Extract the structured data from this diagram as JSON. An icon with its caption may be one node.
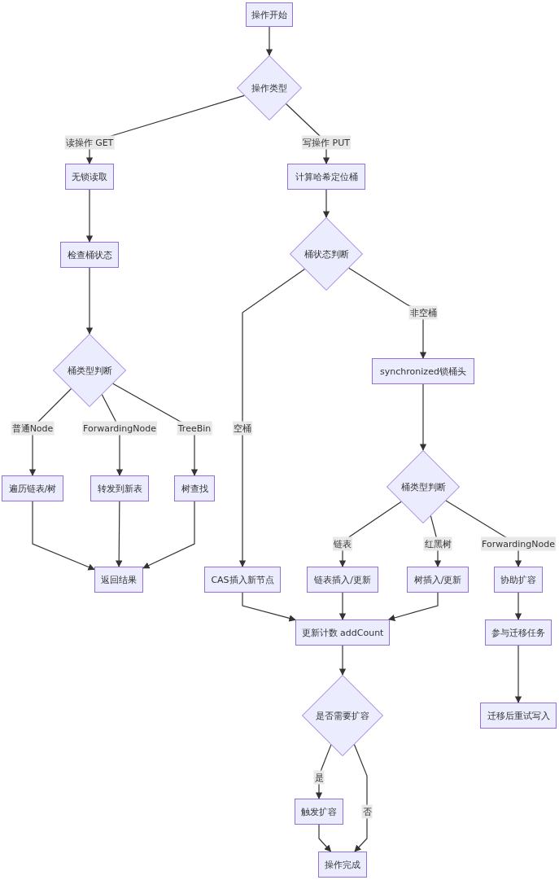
{
  "diagram": {
    "nodes": [
      {
        "text": [
          "操作开始"
        ]
      },
      {
        "text": [
          "操作类型"
        ]
      },
      {
        "text": [
          "无锁读取"
        ]
      },
      {
        "text": [
          "检查桶状态"
        ]
      },
      {
        "text": [
          "桶类型判断"
        ]
      },
      {
        "text": [
          "遍历链表/树"
        ]
      },
      {
        "text": [
          "转发到新表"
        ]
      },
      {
        "text": [
          "树查找"
        ]
      },
      {
        "text": [
          "返回结果"
        ]
      },
      {
        "text": [
          "计算哈希定位桶"
        ]
      },
      {
        "text": [
          "桶状态判断"
        ]
      },
      {
        "text": [
          "synchronized锁桶头"
        ]
      },
      {
        "text": [
          "桶类型判断"
        ]
      },
      {
        "text": [
          "CAS插入新节点"
        ]
      },
      {
        "text": [
          "链表插入/更新"
        ]
      },
      {
        "text": [
          "树插入/更新"
        ]
      },
      {
        "text": [
          "协助扩容"
        ]
      },
      {
        "text": [
          "更新计数 addCount"
        ]
      },
      {
        "text": [
          "参与迁移任务"
        ]
      },
      {
        "text": [
          "是否需要扩容"
        ]
      },
      {
        "text": [
          "迁移后重试写入"
        ]
      },
      {
        "text": [
          "触发扩容"
        ]
      },
      {
        "text": [
          "操作完成"
        ]
      }
    ],
    "edges": [
      {
        "from": 0,
        "to": 1,
        "arrow": "to"
      },
      {
        "from": 1,
        "to": 2,
        "arrow": "to",
        "label": "读操作 GET"
      },
      {
        "from": 1,
        "to": 9,
        "arrow": "to",
        "label": "写操作 PUT"
      },
      {
        "from": 2,
        "to": 3,
        "arrow": "to"
      },
      {
        "from": 3,
        "to": 4,
        "arrow": "to"
      },
      {
        "from": 4,
        "to": 5,
        "arrow": "to",
        "label": "普通Node"
      },
      {
        "from": 4,
        "to": 6,
        "arrow": "to",
        "label": "ForwardingNode"
      },
      {
        "from": 4,
        "to": 7,
        "arrow": "to",
        "label": "TreeBin"
      },
      {
        "from": 5,
        "to": 8,
        "arrow": "to"
      },
      {
        "from": 6,
        "to": 8,
        "arrow": "to"
      },
      {
        "from": 7,
        "to": 8,
        "arrow": "to"
      },
      {
        "from": 9,
        "to": 10,
        "arrow": "to"
      },
      {
        "from": 10,
        "to": 13,
        "arrow": "to",
        "label": "空桶"
      },
      {
        "from": 10,
        "to": 11,
        "arrow": "to",
        "label": "非空桶"
      },
      {
        "from": 11,
        "to": 12,
        "arrow": "to"
      },
      {
        "from": 12,
        "to": 14,
        "arrow": "to",
        "label": "链表"
      },
      {
        "from": 12,
        "to": 15,
        "arrow": "to",
        "label": "红黑树"
      },
      {
        "from": 12,
        "to": 16,
        "arrow": "to",
        "label": "ForwardingNode"
      },
      {
        "from": 13,
        "to": 17,
        "arrow": "to"
      },
      {
        "from": 14,
        "to": 17,
        "arrow": "to"
      },
      {
        "from": 15,
        "to": 17,
        "arrow": "to"
      },
      {
        "from": 16,
        "to": 18,
        "arrow": "to"
      },
      {
        "from": 18,
        "to": 20,
        "arrow": "to"
      },
      {
        "from": 17,
        "to": 19,
        "arrow": "to"
      },
      {
        "from": 19,
        "to": 21,
        "arrow": "to",
        "label": "是"
      },
      {
        "from": 19,
        "to": 22,
        "arrow": "to",
        "label": "否"
      },
      {
        "from": 21,
        "to": 22,
        "arrow": "to"
      }
    ]
  }
}
